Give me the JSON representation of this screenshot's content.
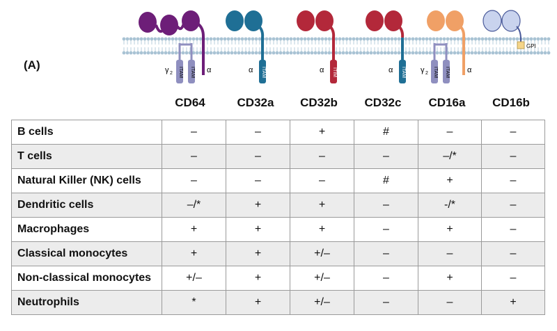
{
  "panel_label": "(A)",
  "diagram": {
    "colors": {
      "membrane": "#a9c3d4",
      "cd64": "#6d1e78",
      "cd32a": "#1f6f95",
      "cd32b": "#b3283a",
      "cd32c_ext": "#b3283a",
      "cd32c_tail": "#1f6f95",
      "cd16a": "#f0a066",
      "cd16b": "#c9d3ee",
      "itam": "#8f8fbf",
      "gpi": "#f5d58a"
    },
    "labels": {
      "gamma2": "γ",
      "gamma_sub": "2",
      "alpha": "α",
      "itam": "ITAM",
      "itim": "ITIM",
      "gpi": "GPI"
    }
  },
  "columns": [
    "CD64",
    "CD32a",
    "CD32b",
    "CD32c",
    "CD16a",
    "CD16b"
  ],
  "rows": [
    {
      "label": "B cells",
      "values": [
        "–",
        "–",
        "+",
        "#",
        "–",
        "–"
      ]
    },
    {
      "label": "T cells",
      "values": [
        "–",
        "–",
        "–",
        "–",
        "–/*",
        "–"
      ]
    },
    {
      "label": "Natural Killer (NK) cells",
      "values": [
        "–",
        "–",
        "–",
        "#",
        "+",
        "–"
      ]
    },
    {
      "label": "Dendritic cells",
      "values": [
        "–/*",
        "+",
        "+",
        "–",
        "-/*",
        "–"
      ]
    },
    {
      "label": "Macrophages",
      "values": [
        "+",
        "+",
        "+",
        "–",
        "+",
        "–"
      ]
    },
    {
      "label": "Classical monocytes",
      "values": [
        "+",
        "+",
        "+/–",
        "–",
        "–",
        "–"
      ]
    },
    {
      "label": "Non-classical monocytes",
      "values": [
        "+/–",
        "+",
        "+/–",
        "–",
        "+",
        "–"
      ]
    },
    {
      "label": "Neutrophils",
      "values": [
        "*",
        "+",
        "+/–",
        "–",
        "–",
        "+"
      ]
    }
  ]
}
